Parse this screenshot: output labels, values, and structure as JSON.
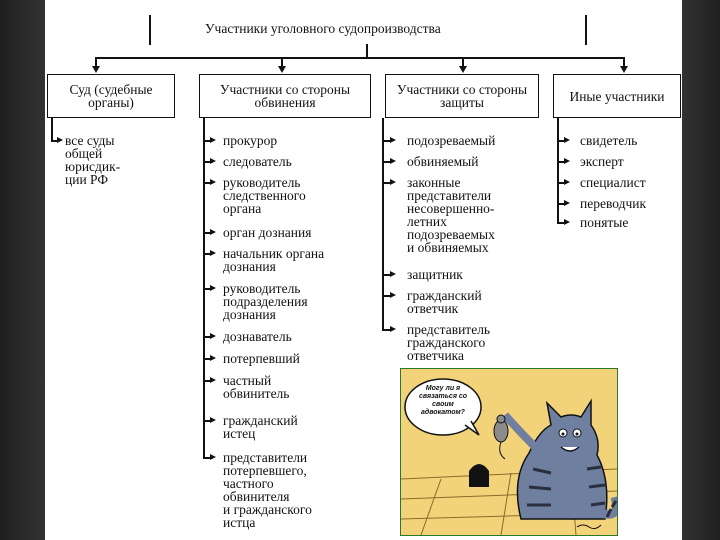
{
  "diagram": {
    "title": "Участники уголовного судопроизводства",
    "columns": [
      {
        "header": "Суд (судебные органы)",
        "items": [
          "все суды\nобщей\nюрисдик-\nции РФ"
        ]
      },
      {
        "header": "Участники со стороны обвинения",
        "items": [
          "прокурор",
          "следователь",
          "руководитель\nследственного\nоргана",
          "орган дознания",
          "начальник органа\nдознания",
          "руководитель\nподразделения\nдознания",
          "дознаватель",
          "потерпевший",
          "частный\nобвинитель",
          "гражданский\nистец",
          "представители\nпотерпевшего,\nчастного\nобвинителя\nи гражданского\nистца"
        ]
      },
      {
        "header": "Участники со стороны защиты",
        "items": [
          "подозреваемый",
          "обвиняемый",
          "законные\nпредставители\nнесовершенно-\nлетних\nподозреваемых\nи обвиняемых",
          "защитник",
          "гражданский\nответчик",
          "представитель\nгражданского\nответчика"
        ]
      },
      {
        "header": "Иные участники",
        "items": [
          "свидетель",
          "эксперт",
          "специалист",
          "переводчик",
          "понятые"
        ]
      }
    ]
  },
  "cartoon": {
    "speech_bubble": "Могу ли я связаться со своим адвокатом?"
  }
}
